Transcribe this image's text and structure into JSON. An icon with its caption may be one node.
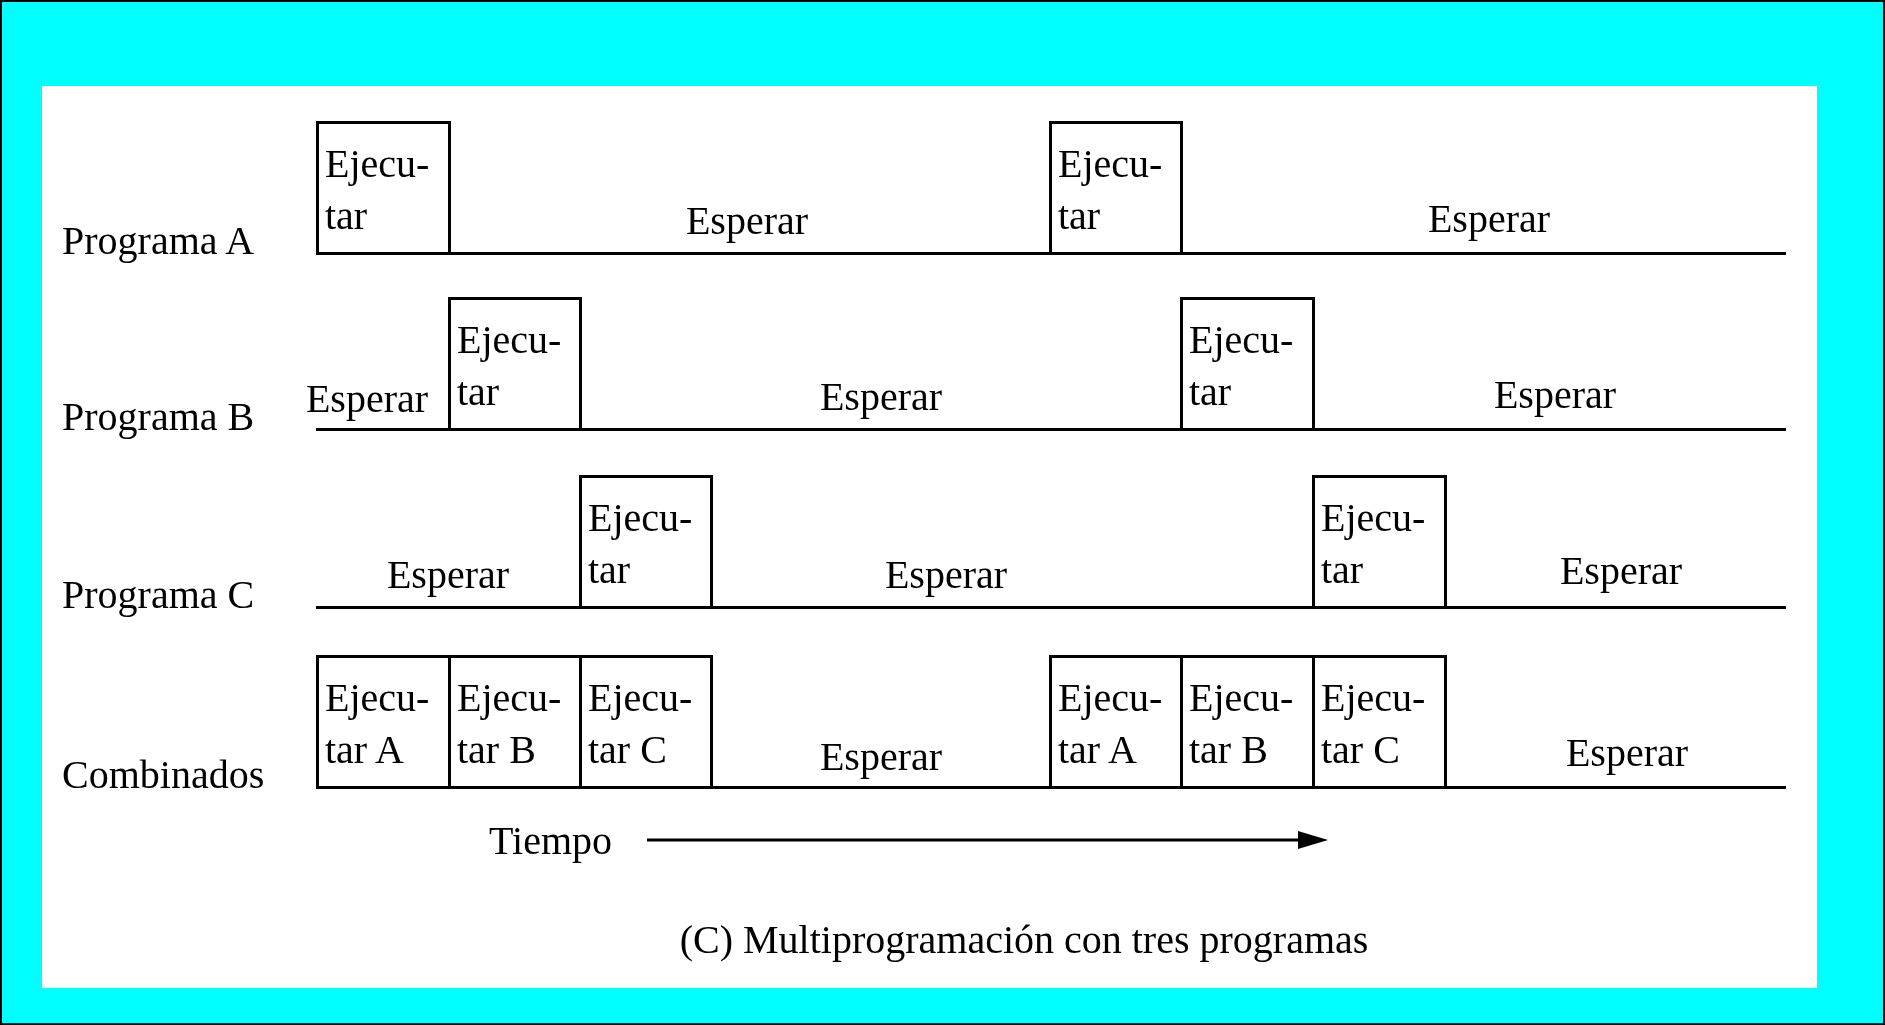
{
  "diagram": {
    "caption": "(C) Multiprogramación con tres programas",
    "nodes": [
      {
        "text": [
          "Ejecu- tar"
        ]
      },
      {
        "text": [
          "Ejecu- tar"
        ]
      },
      {
        "text": [
          "Ejecu- tar"
        ]
      },
      {
        "text": [
          "Ejecu- tar"
        ]
      },
      {
        "text": [
          "Ejecu- tar"
        ]
      },
      {
        "text": [
          "Ejecu- tar"
        ]
      },
      {
        "text": [
          "Ejecu- tar A"
        ]
      },
      {
        "text": [
          "Ejecu- tar B"
        ]
      },
      {
        "text": [
          "Ejecu- tar C"
        ]
      },
      {
        "text": [
          "Ejecu- tar A"
        ]
      },
      {
        "text": [
          "Ejecu- tar B"
        ]
      },
      {
        "text": [
          "Ejecu- tar C"
        ]
      }
    ],
    "labels": [
      "Programa A",
      "Esperar",
      "Esperar",
      "Programa B",
      "Esperar",
      "Esperar",
      "Esperar",
      "Programa C",
      "Esperar",
      "Esperar",
      "Esperar",
      "Combinados",
      "Esperar",
      "Esperar",
      "Tiempo"
    ]
  }
}
